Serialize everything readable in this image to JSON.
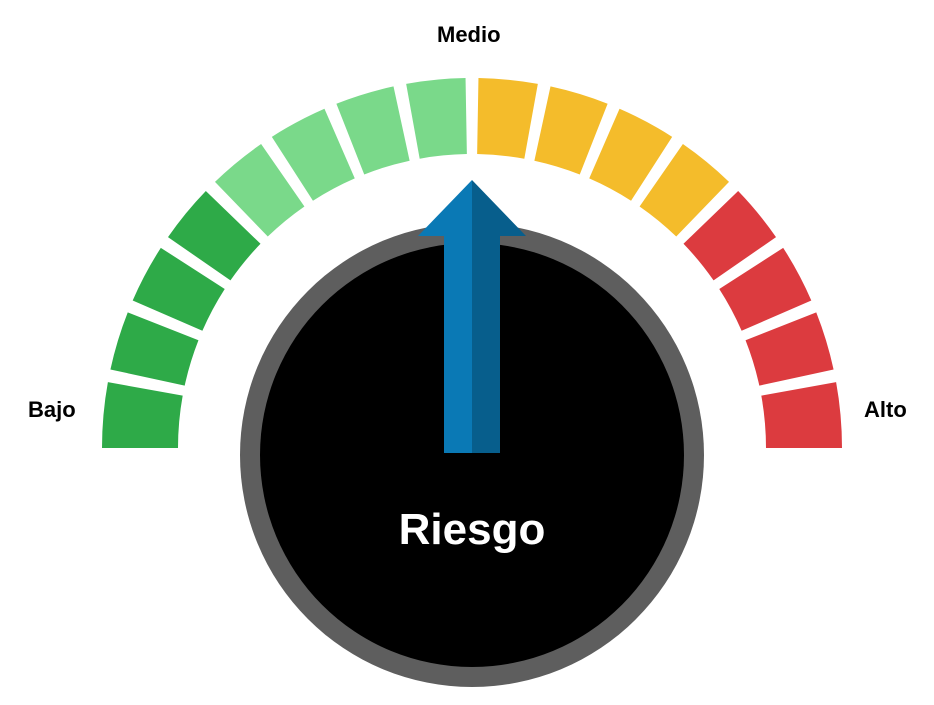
{
  "chart_data": {
    "type": "gauge",
    "title": "Riesgo",
    "scale_labels": {
      "low": "Bajo",
      "mid": "Medio",
      "high": "Alto"
    },
    "range": [
      0,
      16
    ],
    "value": 8,
    "segments": [
      {
        "color": "#2EAA48"
      },
      {
        "color": "#2EAA48"
      },
      {
        "color": "#2EAA48"
      },
      {
        "color": "#2EAA48"
      },
      {
        "color": "#7AD98A"
      },
      {
        "color": "#7AD98A"
      },
      {
        "color": "#7AD98A"
      },
      {
        "color": "#7AD98A"
      },
      {
        "color": "#F4BC2B"
      },
      {
        "color": "#F4BC2B"
      },
      {
        "color": "#F4BC2B"
      },
      {
        "color": "#F4BC2B"
      },
      {
        "color": "#DC3B3F"
      },
      {
        "color": "#DC3B3F"
      },
      {
        "color": "#DC3B3F"
      },
      {
        "color": "#DC3B3F"
      }
    ]
  },
  "colors": {
    "dial_face": "#000000",
    "dial_rim": "#5E5E5E",
    "needle_light": "#0A79B5",
    "needle_dark": "#075E8C"
  }
}
